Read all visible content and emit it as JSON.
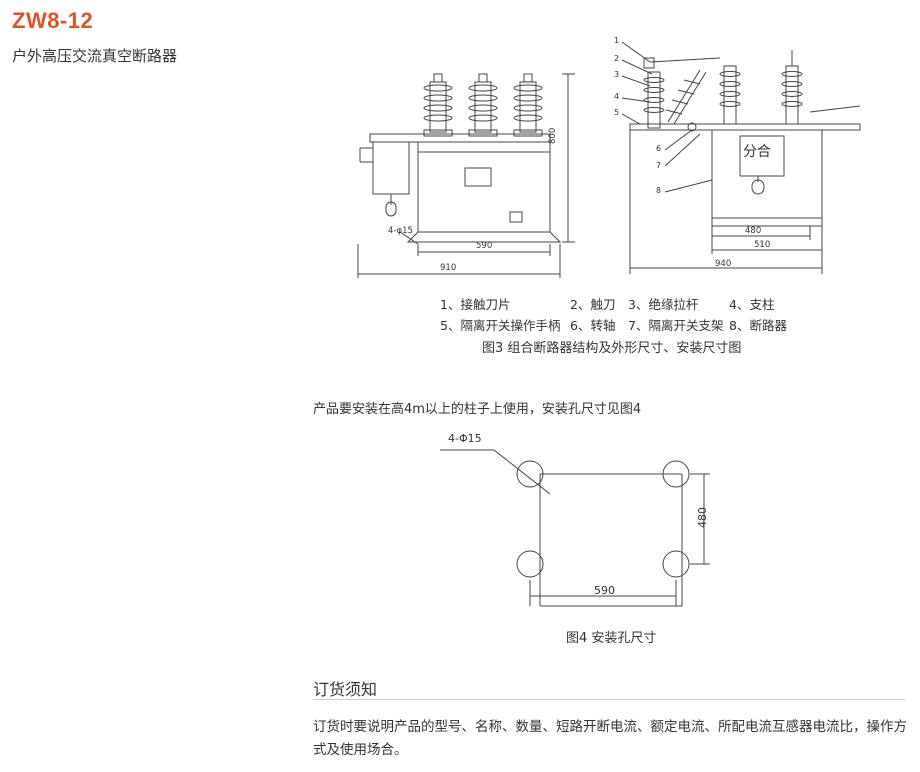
{
  "page": {
    "title": "ZW8-12",
    "subtitle": "户外高压交流真空断路器"
  },
  "figure3": {
    "dims_front": {
      "height": "800",
      "width_total": "910",
      "width_mount": "590",
      "holes": "4-φ15"
    },
    "dims_side": {
      "width_total": "940",
      "width_mount": "480",
      "width_frame": "510",
      "display_label": "分合"
    },
    "callouts": [
      "1",
      "2",
      "3",
      "4",
      "5",
      "6",
      "7",
      "8"
    ],
    "legend_row1": [
      "1、接触刀片",
      "2、触刀",
      "3、绝缘拉杆",
      "4、支柱"
    ],
    "legend_row2": [
      "5、隔离开关操作手柄",
      "6、转轴",
      "7、隔离开关支架",
      "8、断路器"
    ],
    "caption": "图3 组合断路器结构及外形尺寸、安装尺寸图"
  },
  "install_note": "产品要安装在高4m以上的柱子上使用，安装孔尺寸见图4",
  "figure4": {
    "holes_label": "4-Φ15",
    "dim_vertical": "480",
    "dim_horizontal": "590",
    "caption": "图4 安装孔尺寸"
  },
  "ordering": {
    "heading": "订货须知",
    "text": "订货时要说明产品的型号、名称、数量、短路开断电流、额定电流、所配电流互感器电流比，操作方式及使用场合。"
  },
  "colors": {
    "title": "#e0532a",
    "line": "#444444"
  }
}
